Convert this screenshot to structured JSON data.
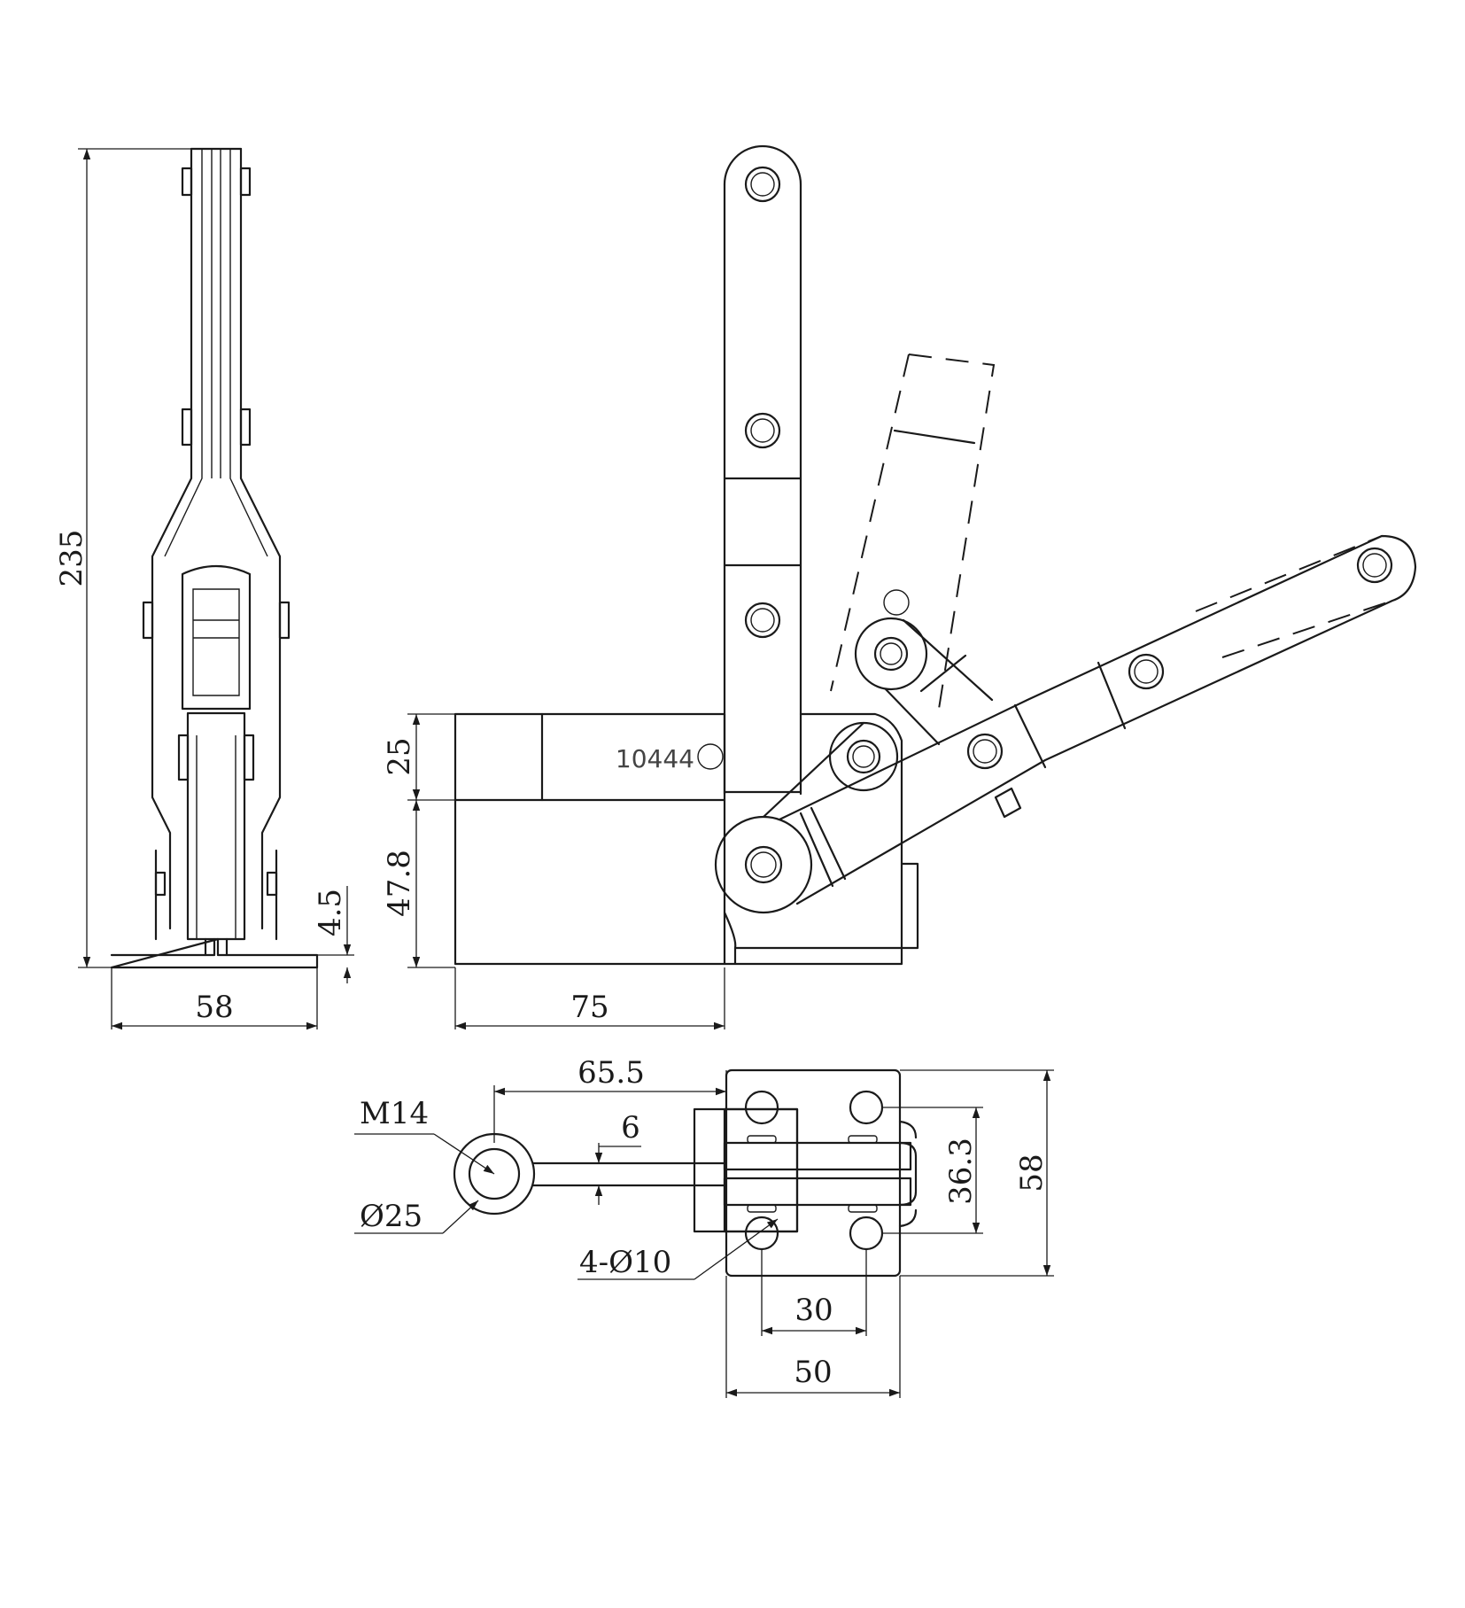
{
  "labels": {
    "height_total": "235",
    "base_width_side": "58",
    "plate_thickness": "4.5",
    "clamp_height_upper": "25",
    "clamp_height_lower": "47.8",
    "reach": "75",
    "part_number": "10444",
    "spindle_reach": "65.5",
    "thread": "M14",
    "spindle_offset": "6",
    "washer_diameter": "Ø25",
    "mount_holes": "4-Ø10",
    "hole_spacing_y": "36.3",
    "base_length": "58",
    "hole_spacing_x": "30",
    "base_width_plan": "50"
  }
}
